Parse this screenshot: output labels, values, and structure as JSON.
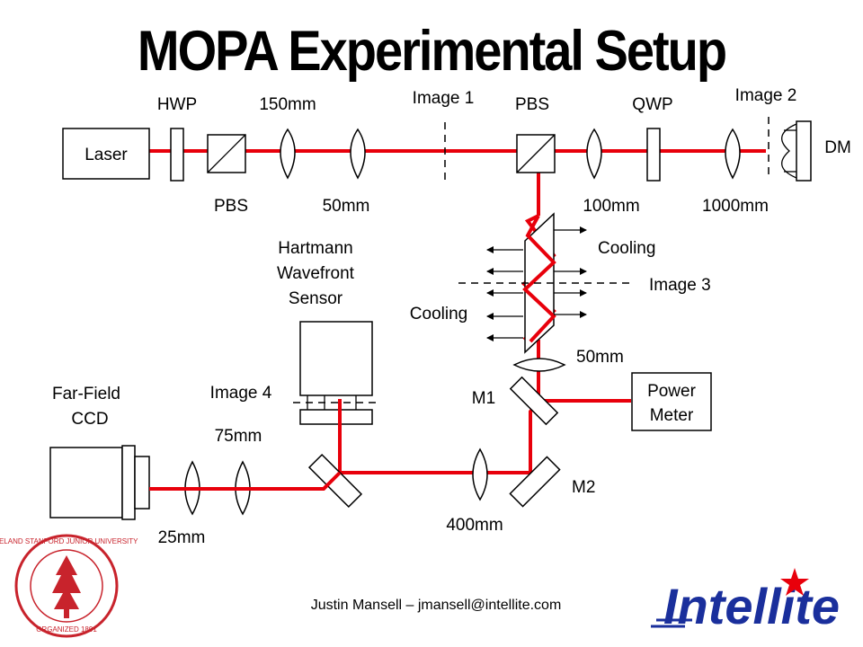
{
  "title": "MOPA Experimental Setup",
  "labels": {
    "laser": "Laser",
    "hwp": "HWP",
    "pbs_bottom": "PBS",
    "lens_150": "150mm",
    "lens_50_top": "50mm",
    "image1": "Image 1",
    "pbs_top": "PBS",
    "qwp": "QWP",
    "lens_100": "100mm",
    "lens_1000": "1000mm",
    "image2": "Image 2",
    "dm": "DM",
    "hartmann_1": "Hartmann",
    "hartmann_2": "Wavefront",
    "hartmann_3": "Sensor",
    "cooling_top": "Cooling",
    "cooling_left": "Cooling",
    "image3": "Image 3",
    "lens_50_mid": "50mm",
    "power_1": "Power",
    "power_2": "Meter",
    "m1": "M1",
    "m2": "M2",
    "farfield_1": "Far-Field",
    "farfield_2": "CCD",
    "image4": "Image 4",
    "lens_75": "75mm",
    "lens_25": "25mm",
    "lens_400": "400mm"
  },
  "footer": {
    "author": "Justin Mansell – jmansell@intellite.com",
    "company_logo": "Intellite",
    "seal_text": "LELAND STANFORD JUNIOR UNIVERSITY",
    "seal_year": "ORGANIZED 1891"
  },
  "colors": {
    "beam": "#e8000b",
    "logo_blue": "#1a2f9c",
    "logo_red": "#e8000b",
    "seal_red": "#c8232c"
  },
  "icons": [
    "lens-icon",
    "beam-splitter-icon",
    "waveplate-icon",
    "mirror-icon",
    "deformable-mirror-icon",
    "camera-icon",
    "stanford-seal-logo",
    "intellite-logo"
  ]
}
